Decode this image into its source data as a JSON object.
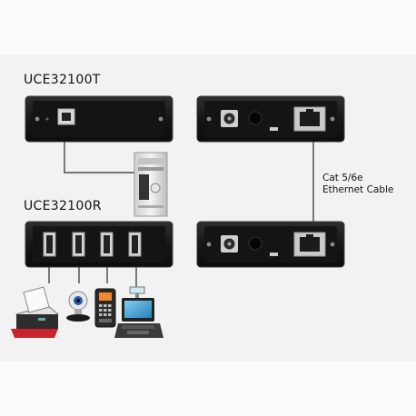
{
  "diagram": {
    "transmitter_label": "UCE32100T",
    "receiver_label": "UCE32100R",
    "cable_label_line1": "Cat 5/6e",
    "cable_label_line2": "Ethernet Cable"
  },
  "icons": [
    "usb-b-port-icon",
    "usb-a-port-icon",
    "rj45-port-icon",
    "power-jack-icon",
    "computer-tower-icon",
    "printer-icon",
    "webcam-icon",
    "card-terminal-icon",
    "pos-terminal-icon"
  ],
  "colors": {
    "device_body": "#1a1a1a",
    "device_edge": "#3a3a3a",
    "connector_line": "#2a2a2a",
    "background": "#f2f2f2"
  }
}
